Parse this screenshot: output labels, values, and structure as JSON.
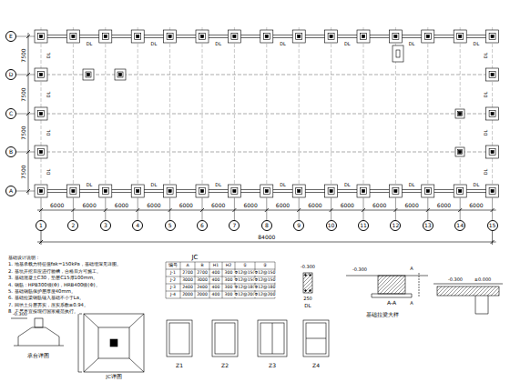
{
  "diagram": {
    "nodes": [
      {
        "text": [
          "E"
        ]
      },
      {
        "text": [
          "D"
        ]
      },
      {
        "text": [
          "C"
        ]
      },
      {
        "text": [
          "B"
        ]
      },
      {
        "text": [
          "A"
        ]
      },
      {
        "text": [
          "1"
        ]
      },
      {
        "text": [
          "2"
        ]
      },
      {
        "text": [
          "3"
        ]
      },
      {
        "text": [
          "4"
        ]
      },
      {
        "text": [
          "5"
        ]
      },
      {
        "text": [
          "6"
        ]
      },
      {
        "text": [
          "7"
        ]
      },
      {
        "text": [
          "8"
        ]
      },
      {
        "text": [
          "9"
        ]
      },
      {
        "text": [
          "10"
        ]
      },
      {
        "text": [
          "11"
        ]
      },
      {
        "text": [
          "12"
        ]
      },
      {
        "text": [
          "13"
        ]
      },
      {
        "text": [
          "14"
        ]
      },
      {
        "text": [
          "15"
        ]
      }
    ],
    "labels": [
      "6000",
      "6000",
      "6000",
      "6000",
      "6000",
      "6000",
      "6000",
      "6000",
      "6000",
      "6000",
      "6000",
      "6000",
      "6000",
      "6000",
      "84000",
      "7500",
      "7500",
      "7500",
      "7500",
      "DL",
      "DL",
      "DL",
      "DL",
      "DL",
      "DL",
      "DL",
      "DL",
      "DL",
      "DL",
      "DL",
      "DL",
      "DL",
      "DL",
      "DL",
      "DL",
      "DL",
      "DL",
      "DL",
      "DL",
      "DL",
      "DL",
      "基础设计说明：",
      "1. 地基承载力特征值fak=150kPa，基础埋深见详图。",
      "2. 基坑开挖后应进行验槽，合格后方可施工。",
      "3. 基础混凝土C30，垫层C15厚100mm。",
      "4. 钢筋：HPB300级(Φ)，HRB400级(Φ)。",
      "5. 基础钢筋保护层厚度40mm。",
      "6. 基础拉梁钢筋锚入基础不小于La。",
      "7. 回填土分层夯实，压实系数≥0.94。",
      "8. 未尽事宜按现行国家规范执行。",
      "JC",
      "编号",
      "A",
      "B",
      "H1",
      "H2",
      "①",
      "②",
      "J-1",
      "2700",
      "2700",
      "400",
      "300",
      "Φ12@150",
      "Φ12@150",
      "J-2",
      "3000",
      "3000",
      "400",
      "300",
      "Φ12@150",
      "Φ12@150",
      "J-3",
      "2400",
      "2400",
      "400",
      "300",
      "Φ12@180",
      "Φ12@180",
      "J-4",
      "2000",
      "2000",
      "400",
      "300",
      "Φ12@200",
      "Φ12@200",
      "DL",
      "-0.300",
      "250",
      "-0.300",
      "A-A",
      "A",
      "A",
      "基础拉梁大样",
      "-0.300",
      "±0.000",
      "Z1",
      "Z2",
      "Z3",
      "Z4",
      "承台详图",
      "-0.300",
      "JC详图"
    ]
  }
}
